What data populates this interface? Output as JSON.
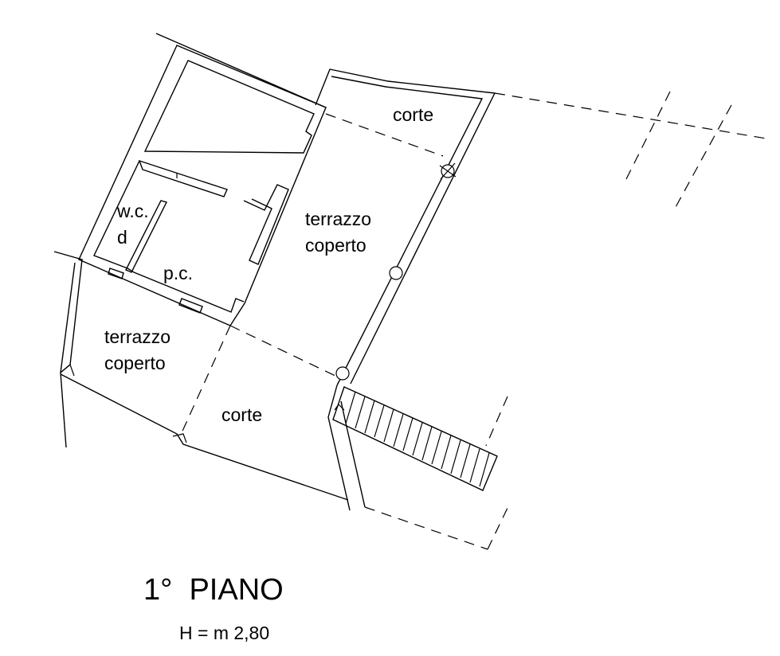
{
  "labels": {
    "corte_top": "corte",
    "terrazzo_right_1": "terrazzo",
    "terrazzo_right_2": "coperto",
    "wc_1": "w.c.",
    "wc_2": "d",
    "pc": "p.c.",
    "terrazzo_left_1": "terrazzo",
    "terrazzo_left_2": "coperto",
    "corte_bottom": "corte"
  },
  "title": {
    "floor": "1°  PIANO",
    "height": "H = m 2,80"
  }
}
